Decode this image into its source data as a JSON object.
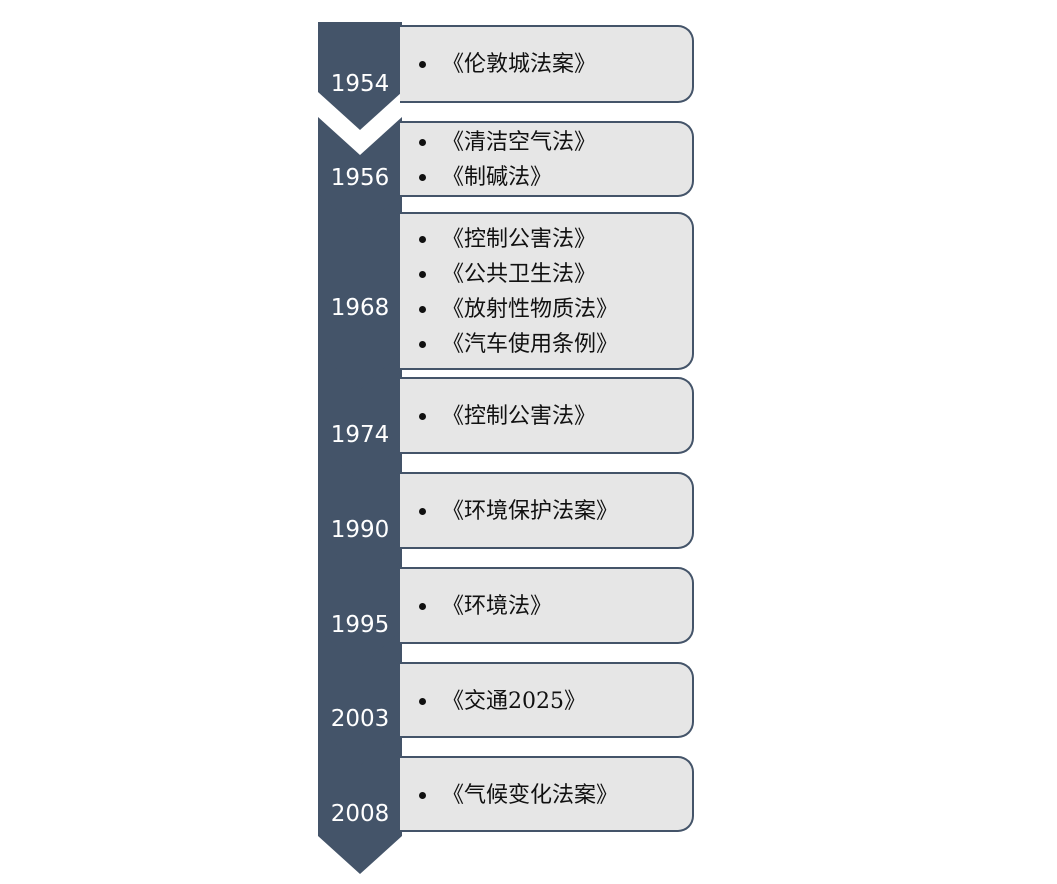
{
  "theme": {
    "chevron_color": "#445469",
    "card_fill": "#e6e6e6",
    "card_border": "#445469",
    "year_text_color": "#ffffff"
  },
  "timeline": [
    {
      "year": "1954",
      "items": [
        "《伦敦城法案》"
      ]
    },
    {
      "year": "1956",
      "items": [
        "《清洁空气法》",
        "《制碱法》"
      ]
    },
    {
      "year": "1968",
      "items": [
        "《控制公害法》",
        "《公共卫生法》",
        "《放射性物质法》",
        "《汽车使用条例》"
      ]
    },
    {
      "year": "1974",
      "items": [
        "《控制公害法》"
      ]
    },
    {
      "year": "1990",
      "items": [
        "《环境保护法案》"
      ]
    },
    {
      "year": "1995",
      "items": [
        "《环境法》"
      ]
    },
    {
      "year": "2003",
      "items": [
        "《交通2025》"
      ]
    },
    {
      "year": "2008",
      "items": [
        "《气候变化法案》"
      ]
    }
  ]
}
